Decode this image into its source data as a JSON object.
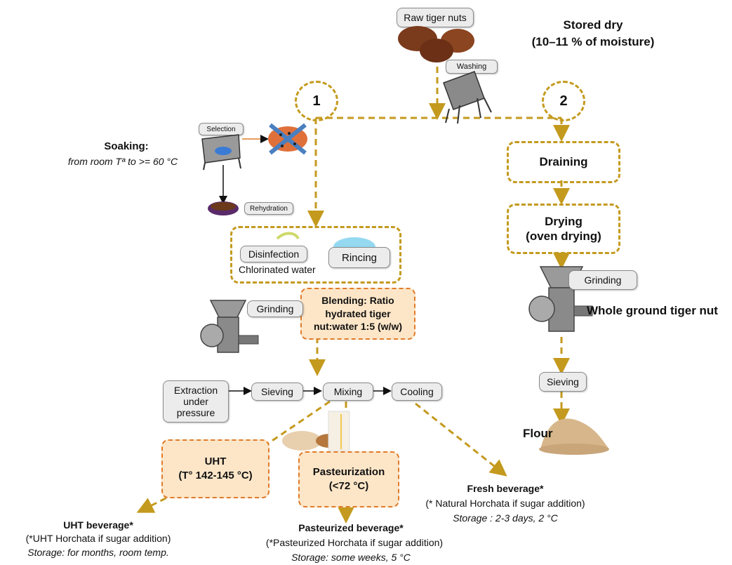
{
  "top": {
    "raw_label": "Raw tiger nuts",
    "washing_label": "Washing",
    "stored_title": "Stored dry",
    "stored_sub": "(10–11 % of moisture)"
  },
  "routes": {
    "one": "1",
    "two": "2"
  },
  "left": {
    "selection_label": "Selection",
    "soaking_title": "Soaking:",
    "soaking_sub": "from room Tª to >= 60 °C",
    "rehydration_label": "Rehydration",
    "disinfection_label": "Disinfection",
    "chlorinated": "Chlorinated water",
    "rincing_label": "Rincing",
    "blending_line1": "Blending: Ratio",
    "blending_line2": "hydrated tiger",
    "blending_line3": "nut:water 1:5 (w/w)",
    "grinding_label": "Grinding",
    "extraction_line1": "Extraction",
    "extraction_line2": "under",
    "extraction_line3": "pressure",
    "sieving_label": "Sieving",
    "mixing_label": "Mixing",
    "cooling_label": "Cooling",
    "uht_line1": "UHT",
    "uht_line2": "(T° 142-145 °C)",
    "past_line1": "Pasteurization",
    "past_line2": "(<72 °C)"
  },
  "outputs": {
    "uht_title": "UHT beverage*",
    "uht_note": "(*UHT Horchata if sugar addition)",
    "uht_storage": "Storage: for months, room temp.",
    "past_title": "Pasteurized beverage*",
    "past_note": "(*Pasteurized Horchata if sugar addition)",
    "past_storage": "Storage: some weeks, 5 °C",
    "fresh_title": "Fresh beverage*",
    "fresh_note": "(* Natural Horchata if sugar addition)",
    "fresh_storage": "Storage : 2-3 days, 2 °C"
  },
  "right": {
    "draining": "Draining",
    "drying_line1": "Drying",
    "drying_line2": "(oven drying)",
    "grinding_label": "Grinding",
    "whole_ground": "Whole ground tiger nut",
    "sieving_label": "Sieving",
    "flour": "Flour"
  },
  "colors": {
    "dash_gold": "#c49a1e",
    "orange_fill": "#fde6c8",
    "orange_border": "#e07b2a",
    "pill_fill": "#ececec"
  }
}
